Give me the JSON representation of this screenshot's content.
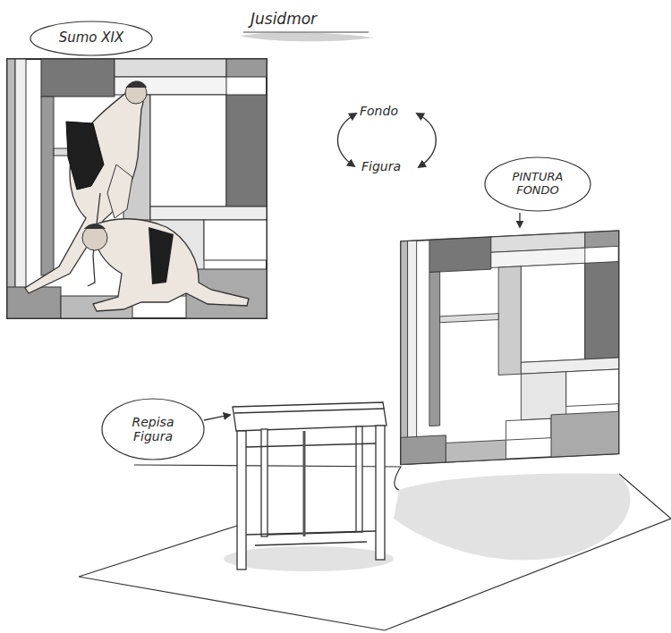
{
  "diagram": {
    "title": "Jusidmor",
    "nodes": [
      {
        "text": [
          "Sumo XIX"
        ]
      },
      {
        "text": [
          "PINTURA FONDO"
        ]
      },
      {
        "text": [
          "Repisa Figura"
        ]
      }
    ],
    "labels": [
      "Fondo",
      "Figura"
    ]
  }
}
